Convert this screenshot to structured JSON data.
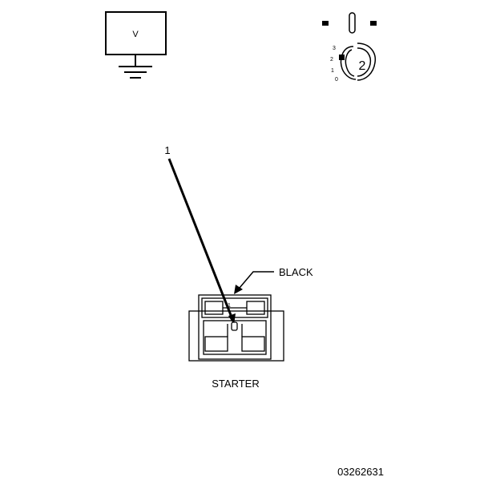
{
  "meter": {
    "label": "V"
  },
  "ignition_switch": {
    "callout": "2",
    "positions": [
      "3",
      "2",
      "1",
      "0"
    ]
  },
  "probe": {
    "callout": "1"
  },
  "connector": {
    "color_label": "BLACK",
    "name": "STARTER",
    "terminal": "1"
  },
  "figure_id": "03262631"
}
